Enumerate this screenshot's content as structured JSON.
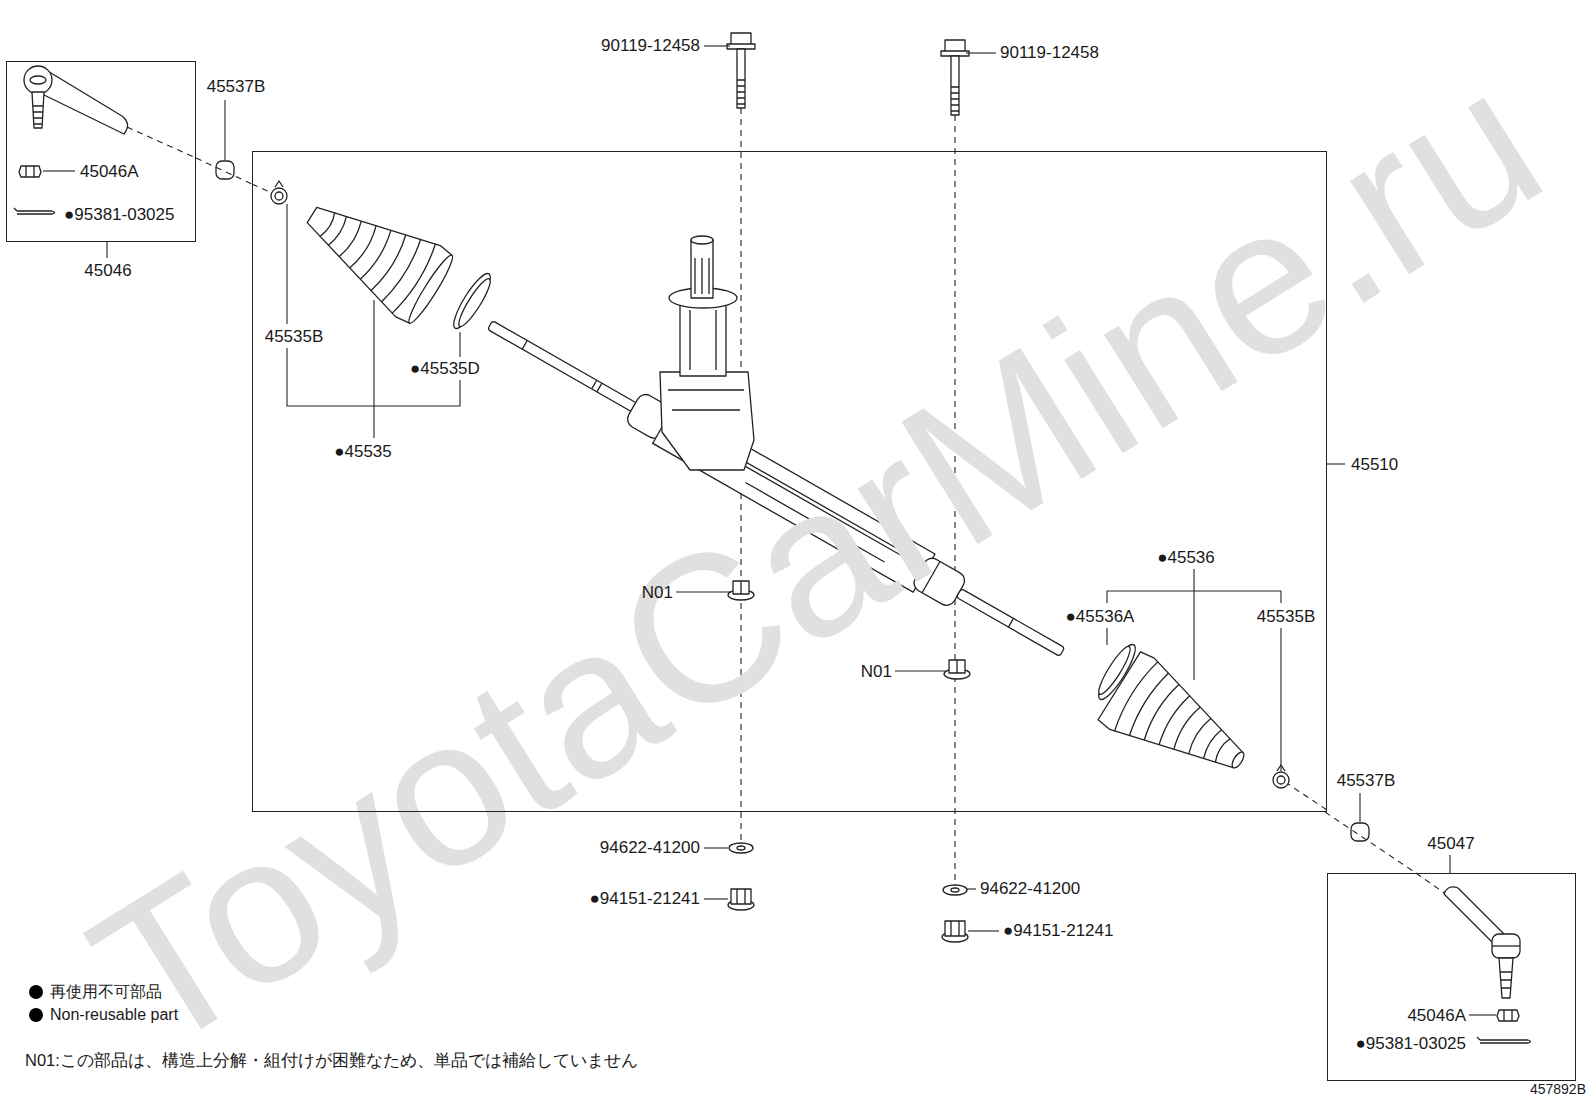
{
  "diagram": {
    "nodes": [
      {
        "text": [
          "45046",
          "45046A",
          "●95381-03025"
        ]
      },
      {
        "text": [
          "45510",
          "45535B",
          "●45535D",
          "●45535",
          "N01",
          "N01",
          "●45536",
          "●45536A",
          "45535B"
        ]
      },
      {
        "text": [
          "45047",
          "45046A",
          "●95381-03025"
        ]
      }
    ],
    "edges": [
      {
        "from": 0,
        "to": 1,
        "arrow": "none"
      },
      {
        "from": 1,
        "to": 2,
        "arrow": "none"
      }
    ],
    "labels": [
      "45537B",
      "90119-12458",
      "90119-12458",
      "94622-41200",
      "●94151-21241",
      "94622-41200",
      "●94151-21241",
      "45537B",
      "N01:この部品は、構造上分解・組付けが困難なため、単品では補給していません",
      "457892B",
      "ToyotaCarMine.ru"
    ],
    "legend": [
      {
        "text": "再使用不可部品",
        "color": "#000000"
      },
      {
        "text": "Non-reusable part",
        "color": "#000000"
      }
    ]
  }
}
